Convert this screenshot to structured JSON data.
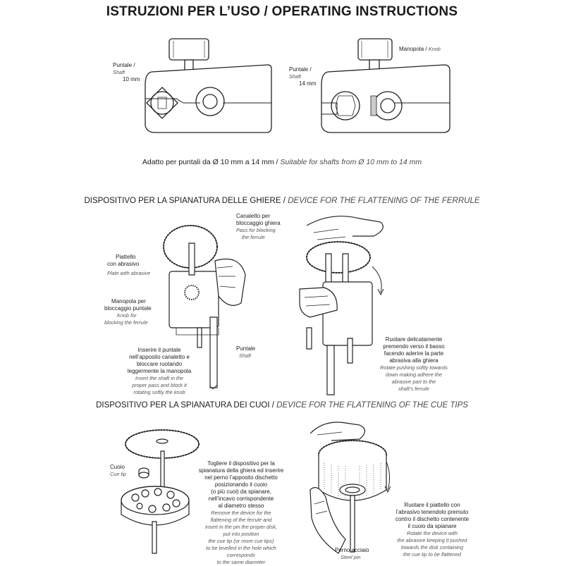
{
  "title": {
    "it": "ISTRUZIONI PER L’USO",
    "sep": " / ",
    "en": "OPERATING INSTRUCTIONS"
  },
  "top": {
    "left": {
      "label_it": "Puntale",
      "label_en": "Shaft",
      "size": "10 mm"
    },
    "right": {
      "label_it": "Puntale",
      "label_en": "Shaft",
      "size": "14 mm",
      "knob_it": "Manopola",
      "knob_en": "Knob"
    },
    "caption_it": "Adatto per puntali da Ø 10 mm a 14 mm",
    "caption_sep": " / ",
    "caption_en": "Suitable for shafts from  Ø 10 mm to 14 mm"
  },
  "section1": {
    "title_it": "DISPOSITIVO PER LA SPIANATURA DELLE GHIERE",
    "title_sep": " / ",
    "title_en": "DEVICE FOR THE FLATTENING OF THE FERRULE",
    "canaletto_it_1": "Canaletto per",
    "canaletto_it_2": "bloccaggio ghiera",
    "canaletto_en_1": "Pass for blocking",
    "canaletto_en_2": "the ferrule",
    "piattello_it_1": "Piattello",
    "piattello_it_2": "con abrasivo",
    "piattello_en": "Plate with abrasive",
    "manopola_it_1": "Manopola per",
    "manopola_it_2": "bloccaggio puntale",
    "manopola_en_1": "Knob for",
    "manopola_en_2": "blocking the ferrule",
    "puntale_it": "Puntale",
    "puntale_en": "Shaft",
    "inserire_it_1": "Inserire il puntale",
    "inserire_it_2": "nell’apposito canaletto e",
    "inserire_it_3": "bloccare ruotando",
    "inserire_it_4": "leggermente la manopola",
    "inserire_en_1": "Insert the shaft in the",
    "inserire_en_2": "proper pass and block it",
    "inserire_en_3": "rotating softly the knob",
    "ruotare_it_1": "Ruotare delicatamente",
    "ruotare_it_2": "premendo verso il basso",
    "ruotare_it_3": "facendo  aderire la parte",
    "ruotare_it_4": "abrasiva alla ghiera",
    "ruotare_en_1": "Rotate pushing softly towards",
    "ruotare_en_2": "down making adhere the",
    "ruotare_en_3": "abrasive part to the",
    "ruotare_en_4": "shaft’s ferrule"
  },
  "section2": {
    "title_it": "DISPOSITIVO PER LA SPIANATURA DEI CUOI",
    "title_sep": " / ",
    "title_en": "DEVICE FOR THE FLATTENING OF THE CUE TIPS",
    "cuoio_it": "Cuoio",
    "cuoio_en": "Cue tip",
    "togliere_it": [
      "Togliere il dispositivo per la",
      "spianatura della ghiera ed inserire",
      "nel perno l’apposito dischetto",
      "posizionando il cuoio",
      "(o più cuoi) da spianare,",
      "nell’incavo corrispondente",
      "al diametro stesso"
    ],
    "togliere_en": [
      "Remove the device for the",
      "flattening of the ferrule and",
      "insert in the pin the proper disk,",
      "put into position",
      "the cue tip (or more cue tips)",
      "to be levelled in the hole which",
      "corresponds",
      "to the same diameter"
    ],
    "perno_it": "Perno acciaio",
    "perno_en": "Steel pin",
    "ruotare2_it": [
      "Ruotare il piattello con",
      "l’abrasivo  tenendolo premuto",
      "contro il dischetto contenente",
      "il cuoio da spianare"
    ],
    "ruotare2_en": [
      "Rotate the device with",
      "the abrasive keeping it pushed",
      "towards the disk containing",
      "the cue tip to be flattened"
    ]
  }
}
